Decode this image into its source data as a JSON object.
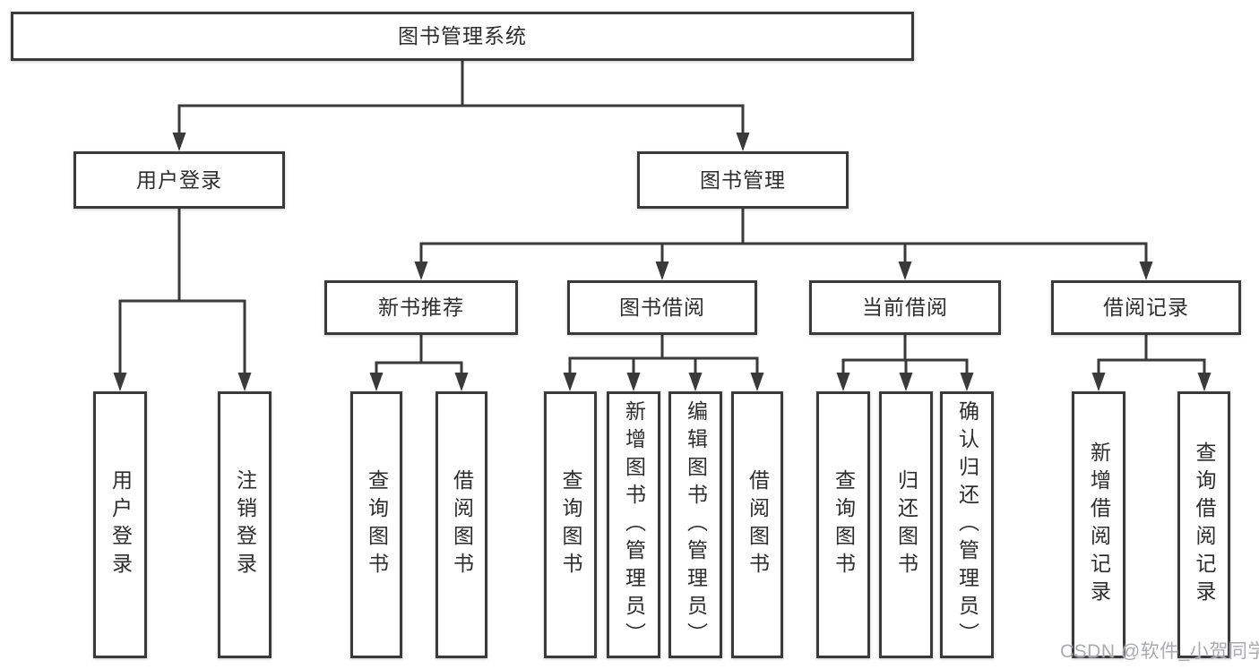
{
  "tree": {
    "root": {
      "label": "图书管理系统"
    },
    "level2": [
      {
        "label": "用户登录",
        "children": [
          {
            "label": "用户登录"
          },
          {
            "label": "注销登录"
          }
        ]
      },
      {
        "label": "图书管理",
        "children": [
          {
            "label": "新书推荐",
            "children": [
              {
                "label": "查询图书"
              },
              {
                "label": "借阅图书"
              }
            ]
          },
          {
            "label": "图书借阅",
            "children": [
              {
                "label": "查询图书"
              },
              {
                "label": "新增图书（管理员）"
              },
              {
                "label": "编辑图书（管理员）"
              },
              {
                "label": "借阅图书"
              }
            ]
          },
          {
            "label": "当前借阅",
            "children": [
              {
                "label": "查询图书"
              },
              {
                "label": "归还图书"
              },
              {
                "label": "确认归还（管理员）"
              }
            ]
          },
          {
            "label": "借阅记录",
            "children": [
              {
                "label": "新增借阅记录"
              },
              {
                "label": "查询借阅记录"
              }
            ]
          }
        ]
      }
    ]
  },
  "watermark": "CSDN @软件_小贺同学",
  "colors": {
    "line": "#3a3a3a",
    "text": "#2d2d2d",
    "watermark": "#aaabae",
    "background": "#ffffff"
  }
}
